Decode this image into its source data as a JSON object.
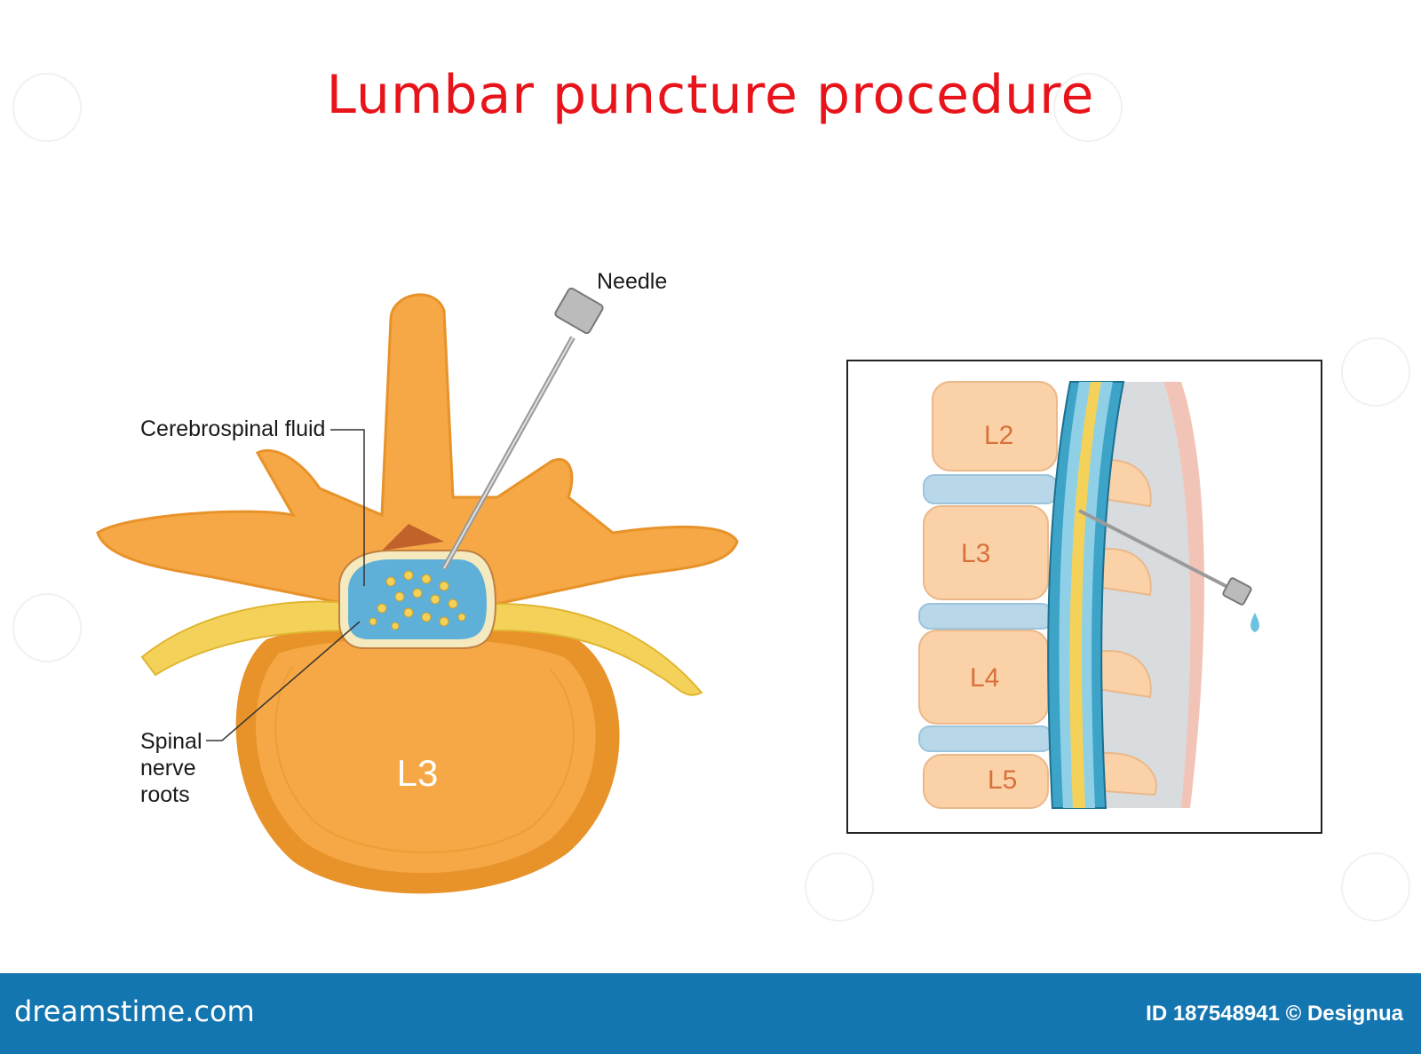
{
  "title": "Lumbar puncture procedure",
  "left_figure": {
    "vertebra_label": "L3",
    "labels": {
      "needle": "Needle",
      "csf": "Cerebrospinal fluid",
      "nerve_roots_line1": "Spinal",
      "nerve_roots_line2": "nerve",
      "nerve_roots_line3": "roots"
    }
  },
  "right_figure": {
    "vertebrae": [
      "L2",
      "L3",
      "L4",
      "L5"
    ]
  },
  "colors": {
    "title": "#e8141b",
    "bone": "#f5a845",
    "bone_dark": "#e8922a",
    "csf": "#5fb0d8",
    "nerve": "#f4d25a",
    "disc": "#b8d8ea",
    "footer": "#1476b0"
  },
  "footer": {
    "brand": "dreamstime.com",
    "credit": "ID 187548941 © Designua"
  }
}
